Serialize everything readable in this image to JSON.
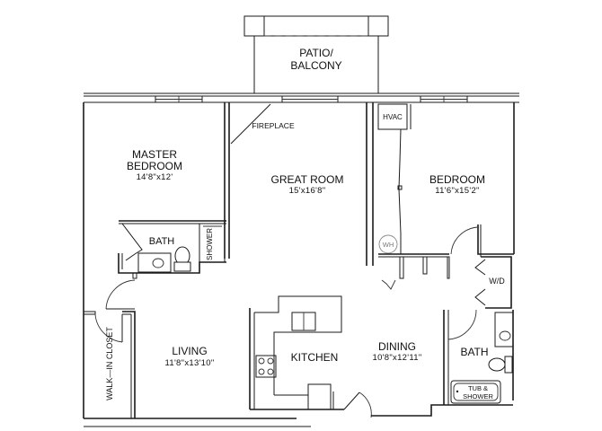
{
  "plan": {
    "rooms": {
      "patio": {
        "name_line1": "PATIO/",
        "name_line2": "BALCONY"
      },
      "master_bedroom": {
        "name_line1": "MASTER",
        "name_line2": "BEDROOM",
        "dimensions": "14'8\"x12'"
      },
      "great_room": {
        "name": "GREAT ROOM",
        "dimensions": "15'x16'8\""
      },
      "bedroom": {
        "name": "BEDROOM",
        "dimensions": "11'6\"x15'2\""
      },
      "master_bath": {
        "name": "BATH"
      },
      "bath": {
        "name": "BATH"
      },
      "living": {
        "name": "LIVING",
        "dimensions": "11'8\"x13'10\""
      },
      "kitchen": {
        "name": "KITCHEN"
      },
      "dining": {
        "name": "DINING",
        "dimensions": "10'8\"x12'11\""
      },
      "walk_in_closet": {
        "name": "WALK—IN  CLOSET"
      }
    },
    "fixtures": {
      "fireplace": "FIREPLACE",
      "hvac": "HVAC",
      "water_heater": "WH",
      "shower": "SHOWER",
      "washer_dryer": "W/D",
      "tub_line1": "TUB &",
      "tub_line2": "SHOWER"
    },
    "colors": {
      "line": "#1a1a1a",
      "background": "#ffffff"
    }
  }
}
